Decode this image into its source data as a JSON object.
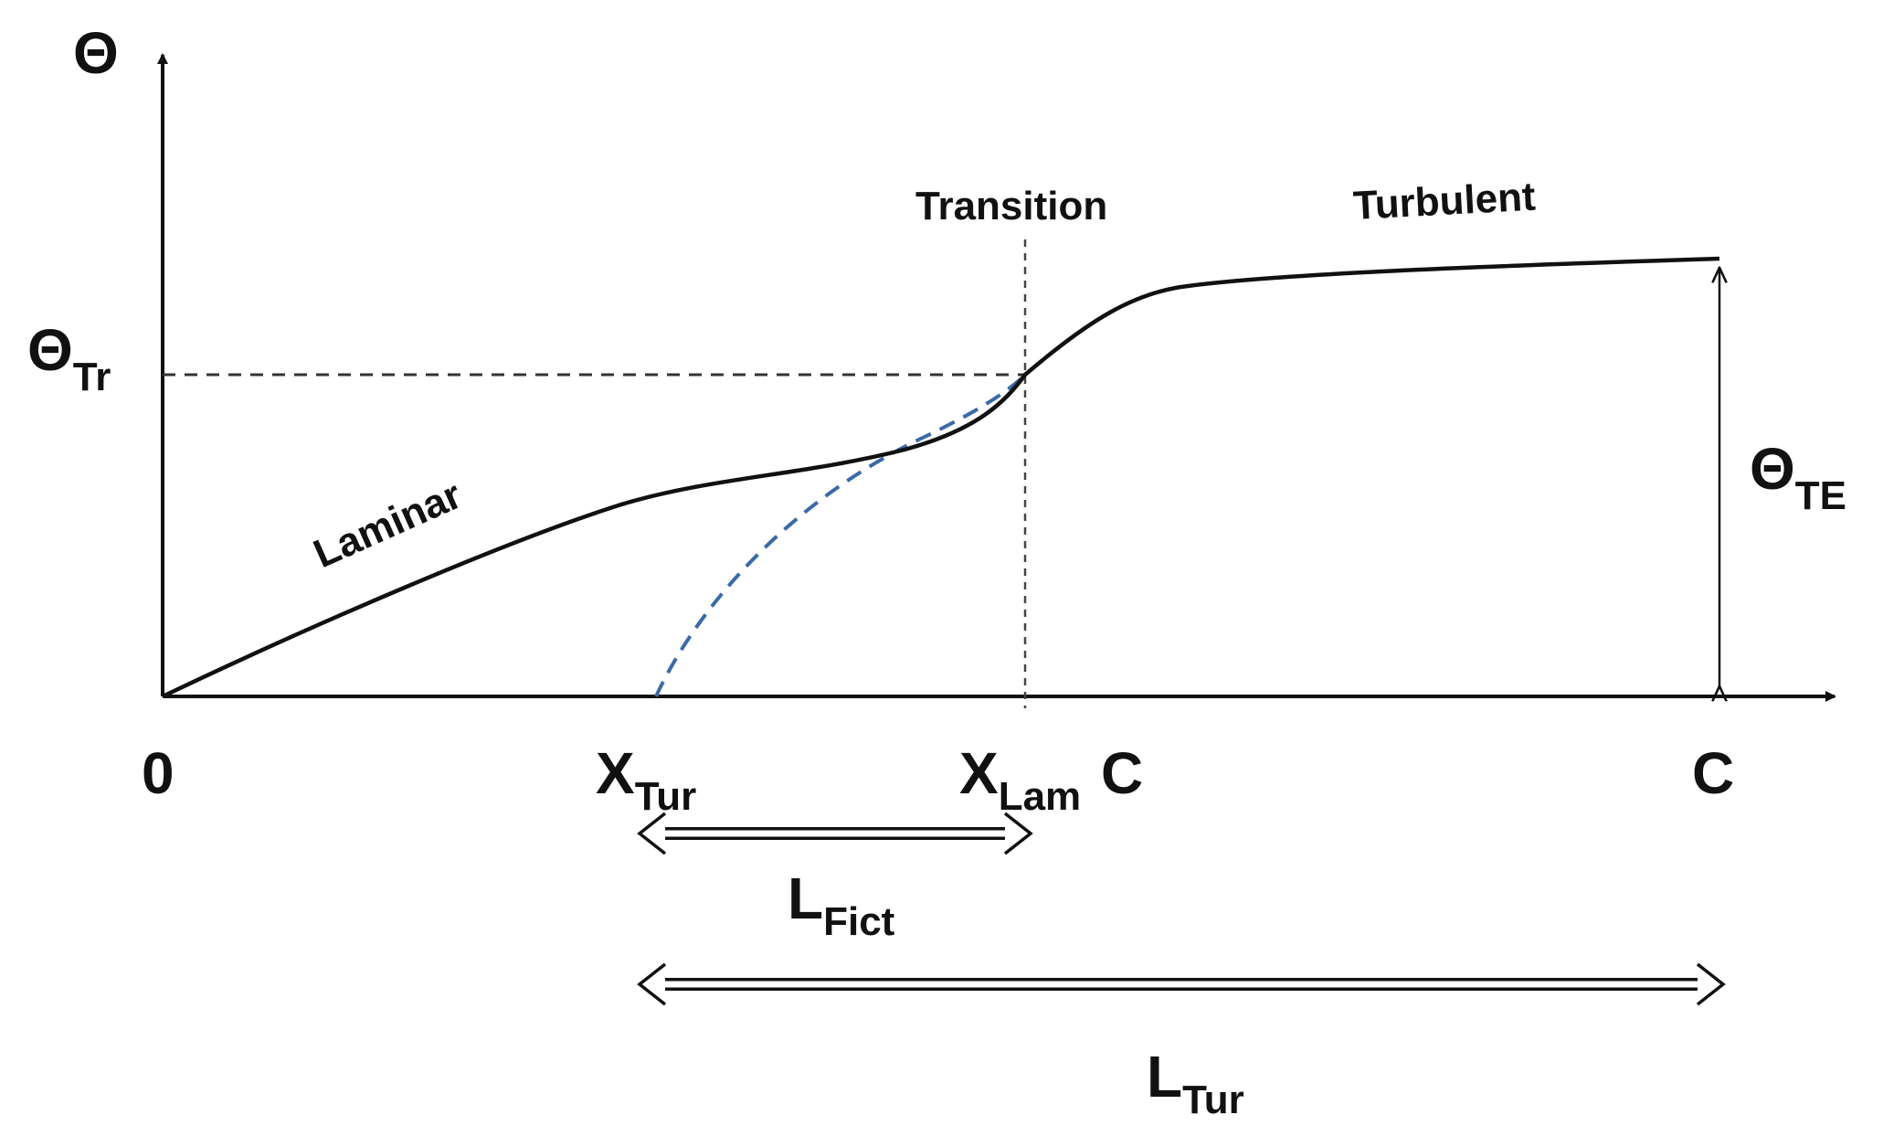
{
  "axes": {
    "y_label": "Θ",
    "theta_tr": {
      "main": "Θ",
      "sub": "Tr"
    },
    "theta_te": {
      "main": "Θ",
      "sub": "TE"
    }
  },
  "x_labels": {
    "origin": "0",
    "x_tur": {
      "main": "X",
      "sub": "Tur"
    },
    "x_lam": {
      "main": "X",
      "sub": "Lam"
    },
    "c_mid": "C",
    "c_end": "C"
  },
  "regions": {
    "laminar": "Laminar",
    "transition": "Transition",
    "turbulent": "Turbulent"
  },
  "lengths": {
    "l_fict": {
      "main": "L",
      "sub": "Fict"
    },
    "l_tur": {
      "main": "L",
      "sub": "Tur"
    }
  },
  "colors": {
    "curve": "#111111",
    "fictitious_curve": "#3a6aa8",
    "guides": "#333333"
  }
}
